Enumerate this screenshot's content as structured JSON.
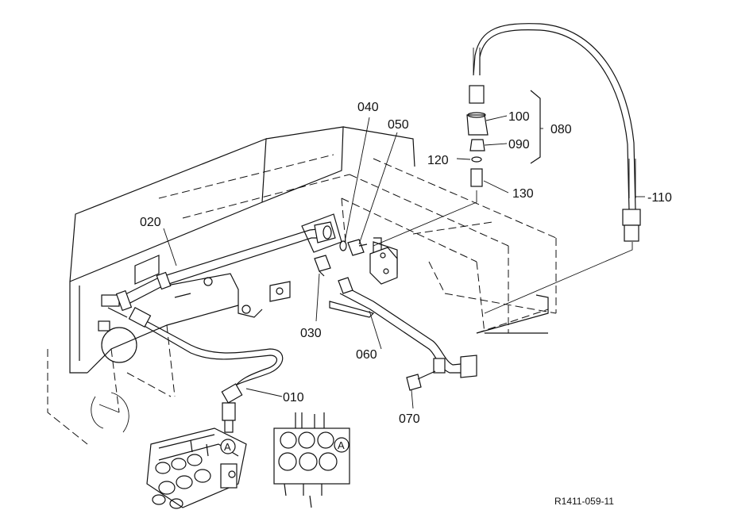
{
  "callouts": {
    "p010": "010",
    "p020": "020",
    "p030": "030",
    "p040": "040",
    "p050": "050",
    "p060": "060",
    "p070": "070",
    "p080": "080",
    "p090": "090",
    "p100": "100",
    "p110": "-110",
    "p120": "120",
    "p130": "130"
  },
  "detail_marks": {
    "left": "A",
    "right": "A"
  },
  "reference_code": "R1411-059-11"
}
